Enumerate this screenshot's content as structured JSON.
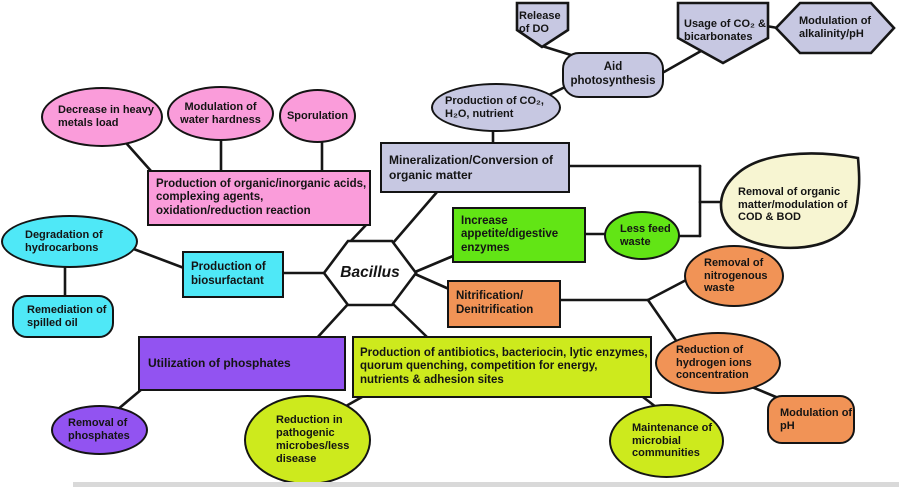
{
  "center_node": {
    "label": "Bacillus"
  },
  "nodes": {
    "release_do": {
      "label": "Release of DO"
    },
    "usage_co2": {
      "label": "Usage of CO₂ & bicarbonates"
    },
    "alkalinity": {
      "label": "Modulation of alkalinity/pH"
    },
    "aid_photosynthesis": {
      "label": "Aid photosynthesis"
    },
    "production_co2": {
      "label": "Production of CO₂, H₂O, nutrient"
    },
    "mineralization": {
      "label": "Mineralization/Conversion of organic matter"
    },
    "organic_acids": {
      "label": "Production of organic/inorganic acids, complexing agents, oxidation/reduction reaction"
    },
    "decrease_heavy_metals": {
      "label": "Decrease in heavy metals load"
    },
    "water_hardness": {
      "label": "Modulation of water hardness"
    },
    "sporulation": {
      "label": "Sporulation"
    },
    "degradation_hydrocarbons": {
      "label": "Degradation of hydrocarbons"
    },
    "remediation_oil": {
      "label": "Remediation of spilled oil"
    },
    "biosurfactant": {
      "label": "Production of biosurfactant"
    },
    "increase_appetite": {
      "label": "Increase appetite/digestive enzymes"
    },
    "less_feed_waste": {
      "label": "Less feed waste"
    },
    "removal_organic": {
      "label": "Removal of organic matter/modulation of COD & BOD"
    },
    "nitrification": {
      "label": "Nitrification/Denitrification"
    },
    "removal_nitrogenous": {
      "label": "Removal of nitrogenous waste"
    },
    "reduction_hydrogen": {
      "label": "Reduction of hydrogen ions concentration"
    },
    "modulation_ph": {
      "label": "Modulation of pH"
    },
    "utilization_phosphates": {
      "label": "Utilization of phosphates"
    },
    "removal_phosphates": {
      "label": "Removal of phosphates"
    },
    "antibiotics": {
      "label": "Production of antibiotics, bacteriocin, lytic enzymes, quorum quenching, competition for energy, nutrients & adhesion sites"
    },
    "pathogenic_microbes": {
      "label": "Reduction in pathogenic microbes/less disease"
    },
    "maintenance_communities": {
      "label": "Maintenance of microbial communities"
    }
  },
  "colors": {
    "lavender": "#c7c8e2",
    "pink": "#fa9cda",
    "cyan": "#4fe8f7",
    "green": "#62e515",
    "yellow_green": "#cdea1d",
    "orange": "#f19356",
    "purple": "#9253f1",
    "cream": "#f7f5d2",
    "white": "#ffffff",
    "line": "#161616"
  }
}
